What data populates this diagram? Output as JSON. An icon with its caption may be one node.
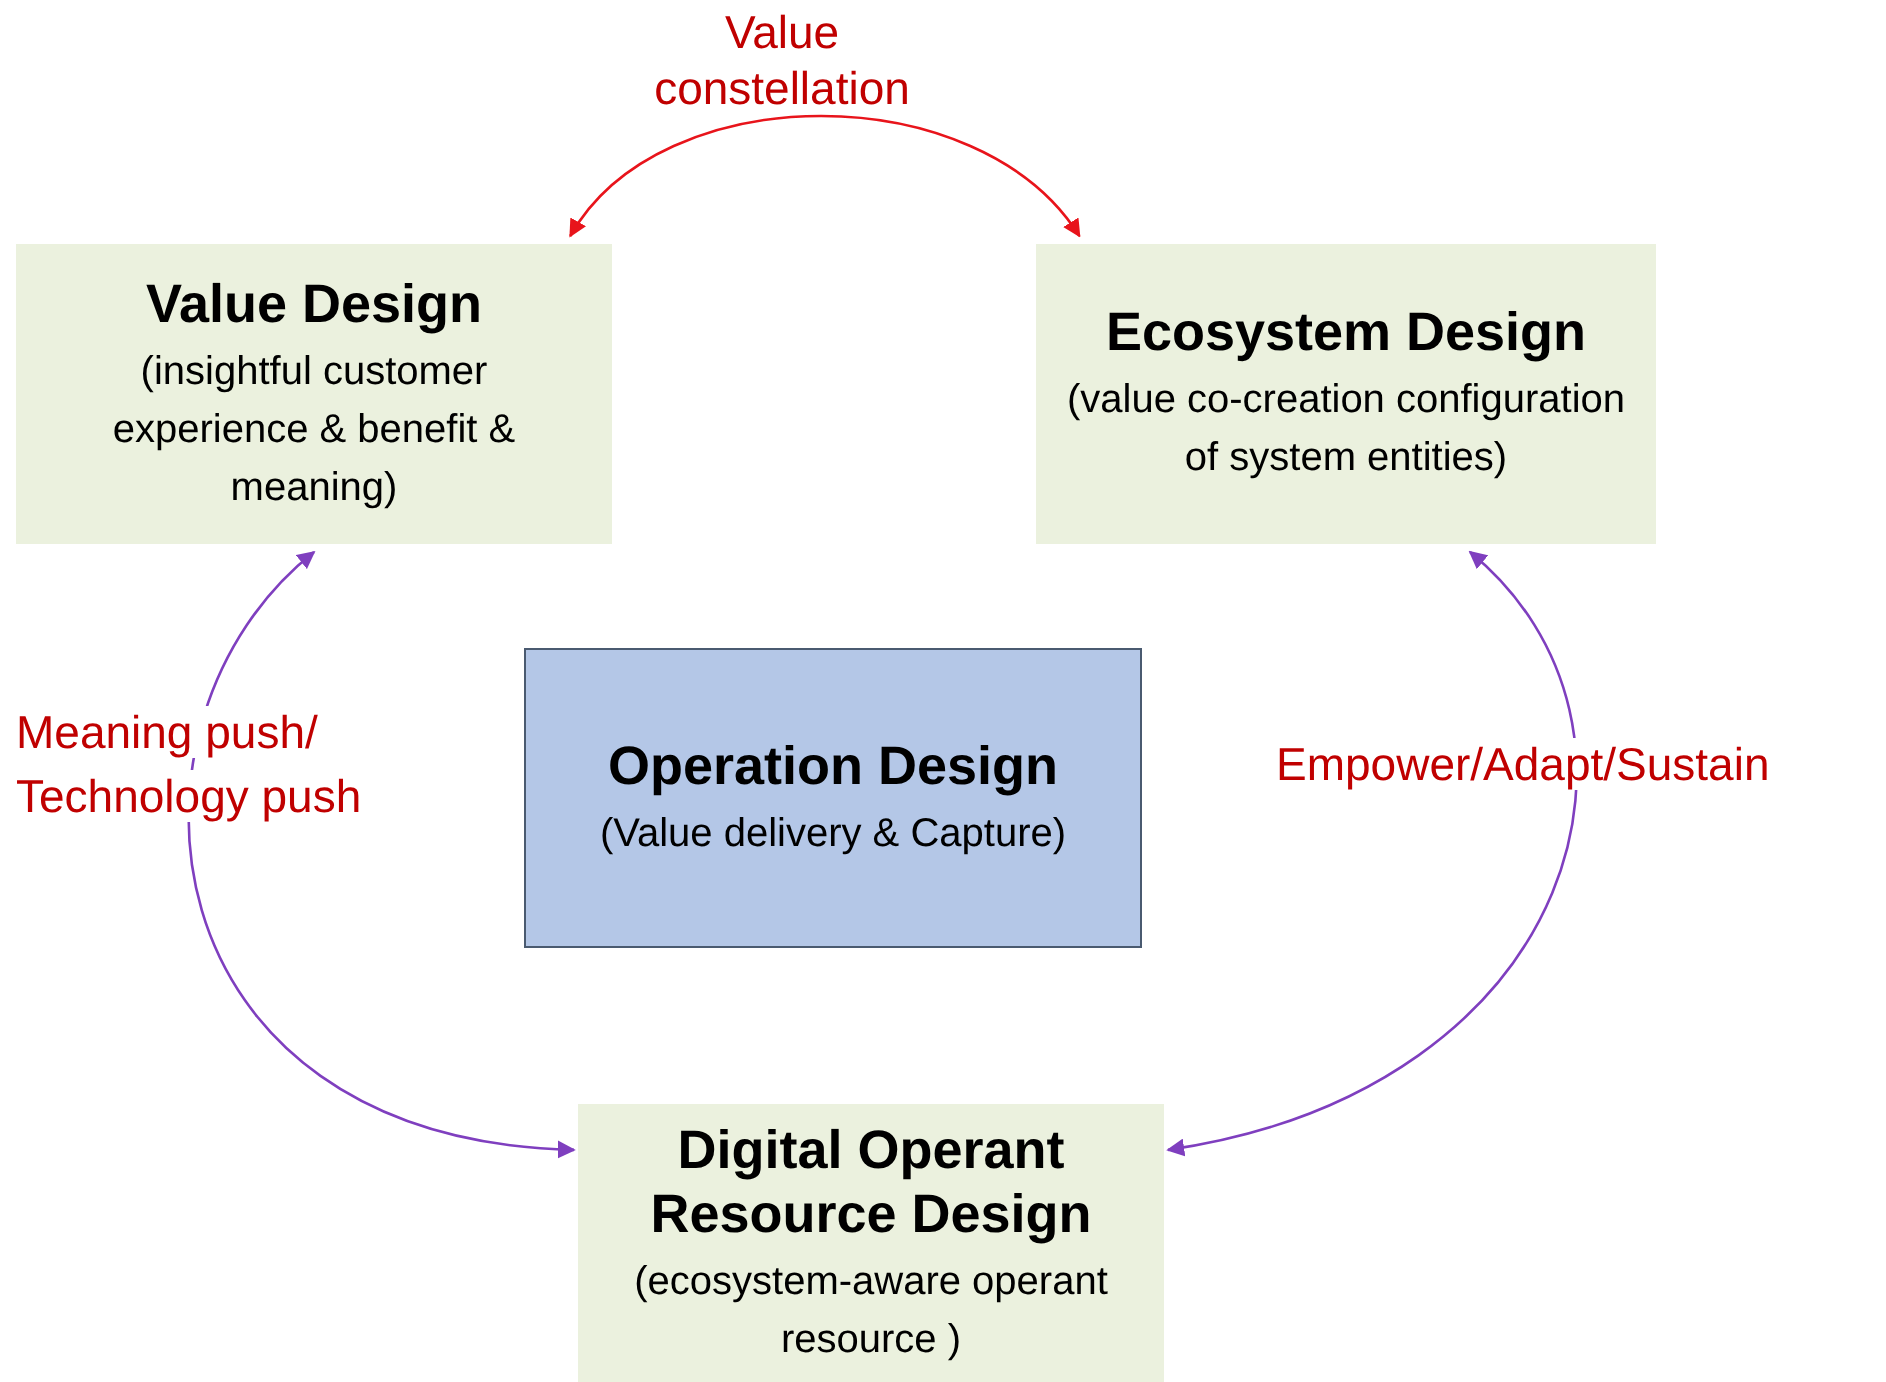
{
  "diagram": {
    "nodes": [
      {
        "text": [
          "Value Design",
          "(insightful customer experience & benefit & meaning)"
        ]
      },
      {
        "text": [
          "Ecosystem Design",
          "(value co-creation configuration of system entities)"
        ]
      },
      {
        "text": [
          "Operation Design",
          "(Value delivery & Capture)"
        ]
      },
      {
        "text": [
          "Digital Operant Resource Design",
          "(ecosystem-aware operant resource )"
        ]
      }
    ],
    "edges": [
      {
        "from": 0,
        "to": 1,
        "arrow": "both",
        "label": "Value constellation",
        "color": "#e8141b"
      },
      {
        "from": 0,
        "to": 3,
        "arrow": "both",
        "label": "Meaning push/ Technology push"
      },
      {
        "from": 1,
        "to": 3,
        "arrow": "both",
        "label": "Empower/Adapt/Sustain"
      }
    ]
  }
}
